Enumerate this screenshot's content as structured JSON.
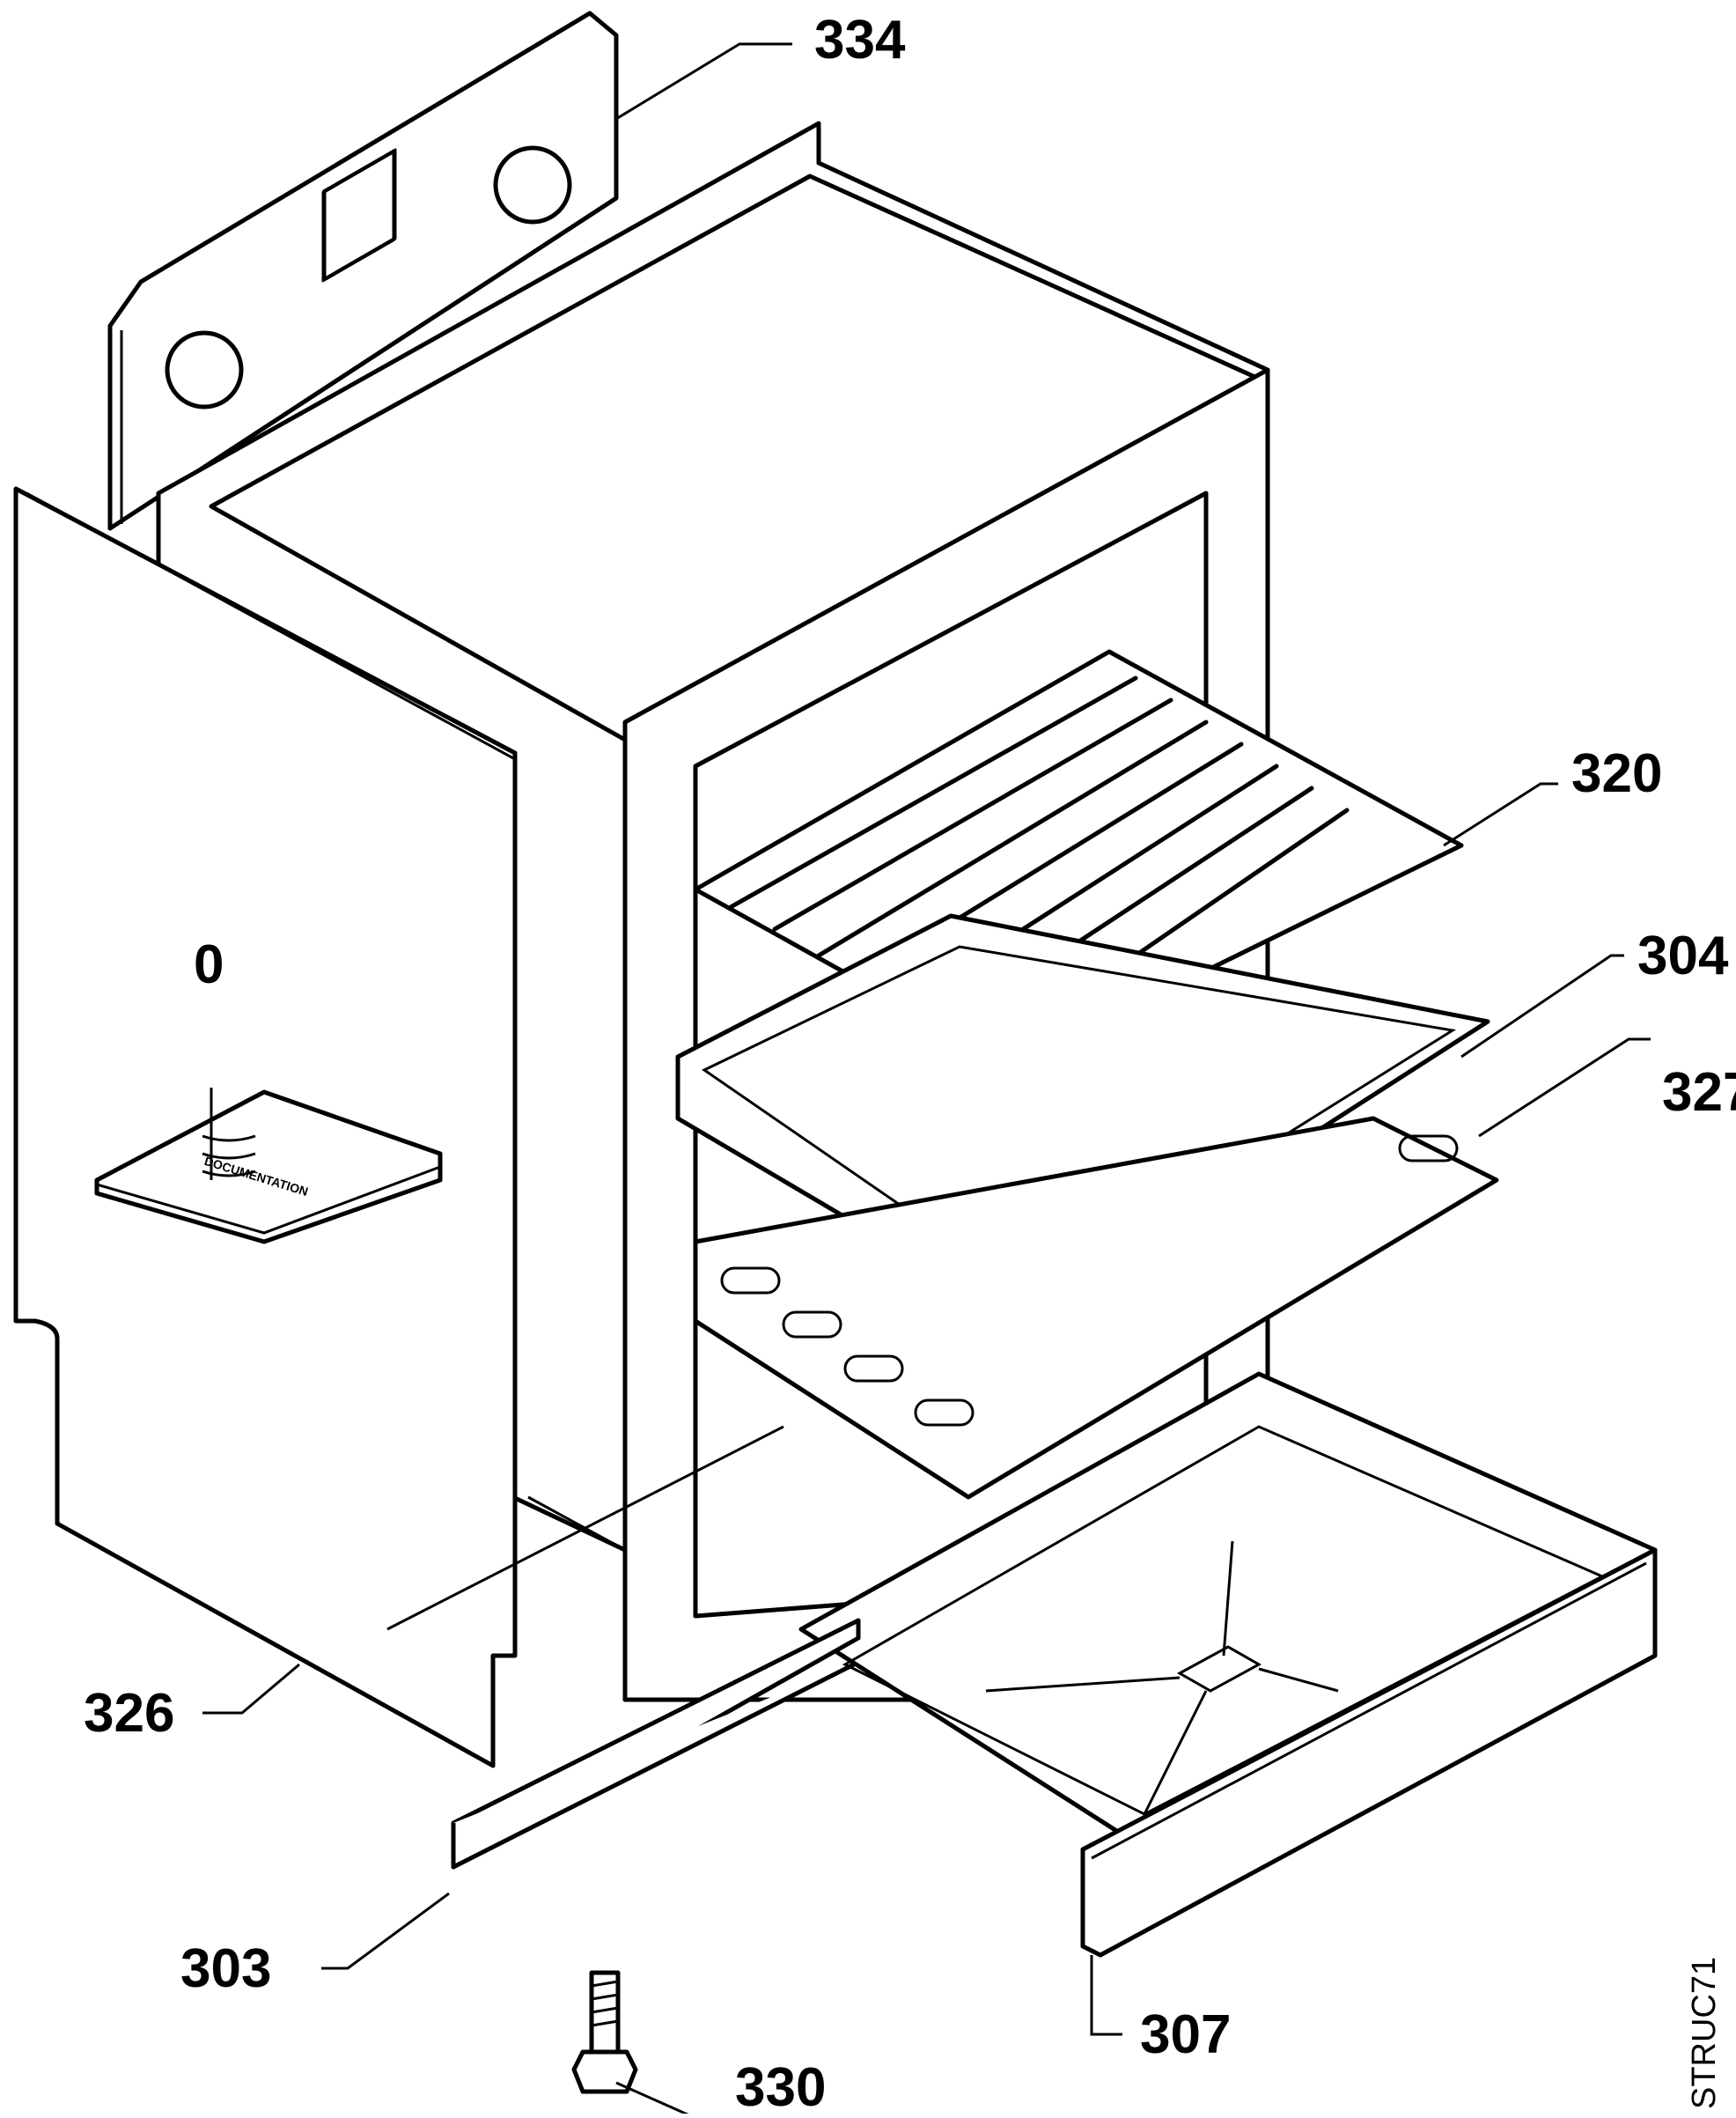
{
  "diagram": {
    "type": "exploded-parts-view",
    "drawing_code": "STRUC71",
    "callouts": [
      {
        "id": "documentation",
        "number": "0"
      },
      {
        "id": "back-panel",
        "number": "334"
      },
      {
        "id": "oven-shelf",
        "number": "320"
      },
      {
        "id": "baking-tray",
        "number": "304"
      },
      {
        "id": "grill-pan",
        "number": "327"
      },
      {
        "id": "side-panel",
        "number": "326"
      },
      {
        "id": "plinth-strip",
        "number": "303"
      },
      {
        "id": "screw",
        "number": "330"
      },
      {
        "id": "drawer",
        "number": "307"
      }
    ],
    "booklet_text": "DOCUMENTATION"
  }
}
